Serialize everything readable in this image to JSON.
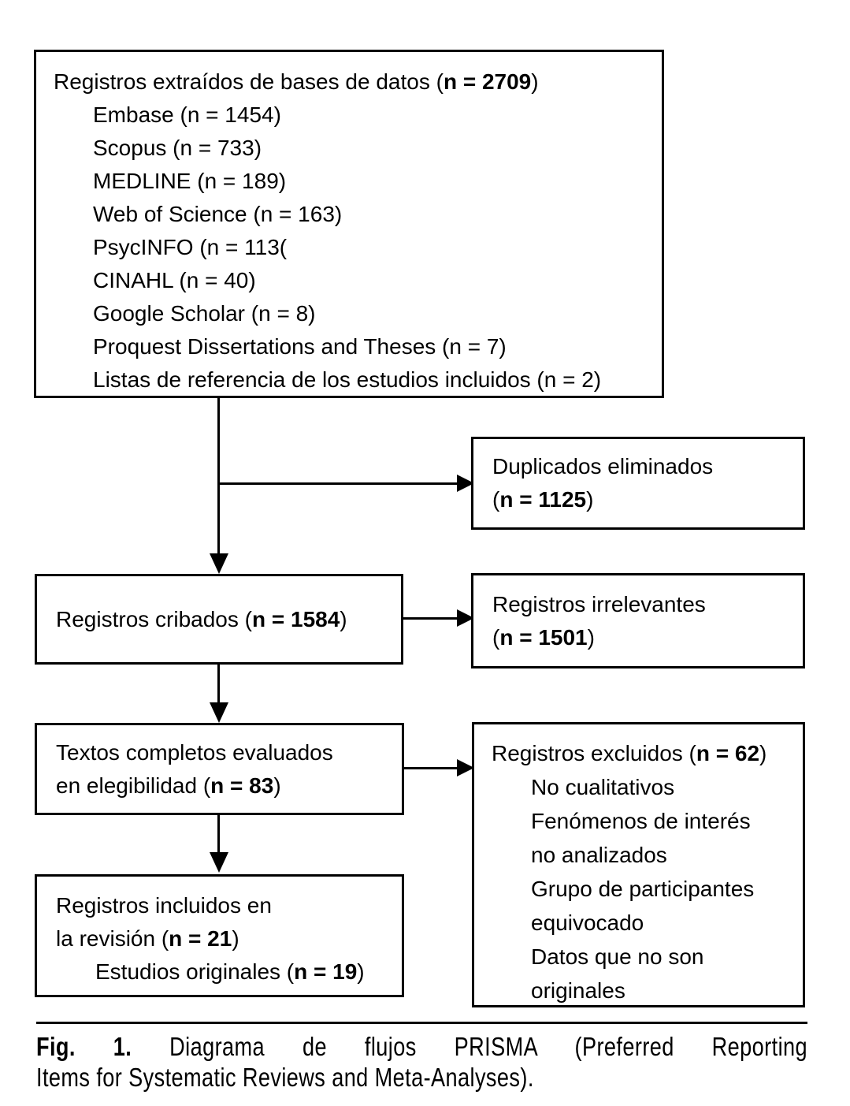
{
  "figure": {
    "colors": {
      "ink": "#000000",
      "background": "#ffffff"
    },
    "boxes": {
      "identification": {
        "title": {
          "prefix": "Registros extraídos de bases de datos (",
          "bold": "n = 2709",
          "suffix": ")"
        },
        "items": [
          "Embase (n = 1454)",
          "Scopus (n = 733)",
          "MEDLINE (n = 189)",
          "Web of Science (n = 163)",
          "PsycINFO (n = 113(",
          "CINAHL (n = 40)",
          "Google Scholar (n = 8)",
          "Proquest Dissertations and Theses (n = 7)",
          "Listas de referencia de los estudios incluidos (n = 2)"
        ]
      },
      "duplicates_removed": {
        "line1": "Duplicados eliminados",
        "line2": {
          "prefix": "(",
          "bold": "n = 1125",
          "suffix": ")"
        }
      },
      "records_screened": {
        "title": {
          "prefix": "Registros cribados (",
          "bold": "n = 1584",
          "suffix": ")"
        }
      },
      "records_irrelevant": {
        "line1": "Registros irrelevantes",
        "line2": {
          "prefix": "(",
          "bold": "n = 1501",
          "suffix": ")"
        }
      },
      "fulltext_assessed": {
        "line1": "Textos completos evaluados",
        "line2": {
          "prefix": "en elegibilidad (",
          "bold": "n = 83",
          "suffix": ")"
        }
      },
      "records_excluded": {
        "title": {
          "prefix": "Registros excluidos (",
          "bold": "n = 62",
          "suffix": ")"
        },
        "reasons": [
          [
            "No cualitativos"
          ],
          [
            "Fenómenos de interés",
            "no analizados"
          ],
          [
            "Grupo de participantes",
            "equivocado"
          ],
          [
            "Datos que no son",
            "originales"
          ]
        ]
      },
      "records_included": {
        "line1": "Registros incluidos en",
        "line2": {
          "prefix": "la revisión (",
          "bold": "n = 21",
          "suffix": ")"
        },
        "line3": {
          "prefix": "Estudios originales (",
          "bold": "n = 19",
          "suffix": ")"
        }
      }
    },
    "caption": {
      "label": "Fig. 1.",
      "line1_rest": " Diagrama de flujos PRISMA (Preferred Reporting",
      "line2": "Items for Systematic Reviews and Meta-Analyses)."
    }
  }
}
